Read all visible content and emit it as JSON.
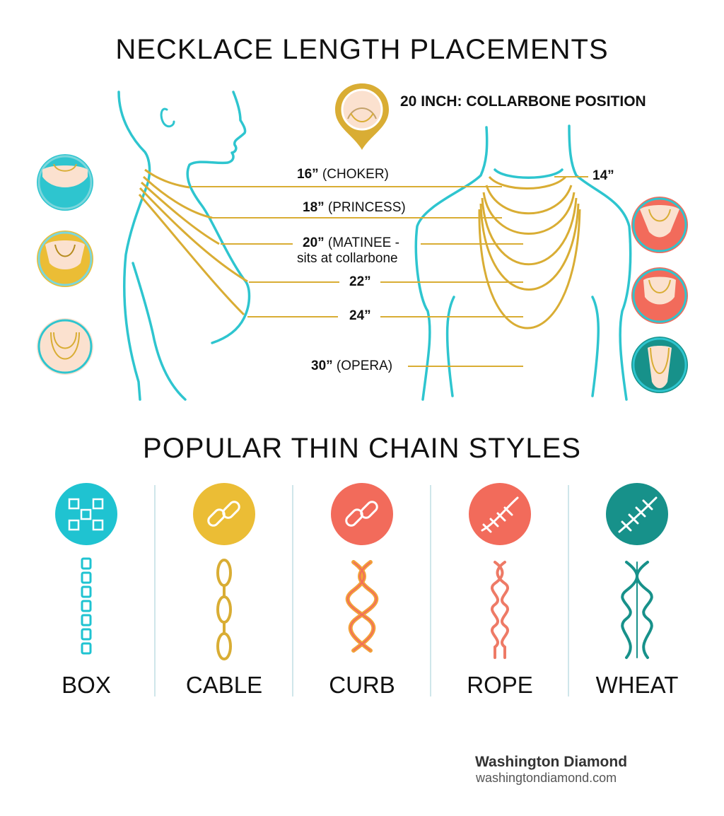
{
  "title": "NECKLACE LENGTH PLACEMENTS",
  "callout": "20 INCH: COLLARBONE POSITION",
  "lengths": [
    {
      "bold": "16”",
      "text": " (CHOKER)"
    },
    {
      "bold": "14”",
      "text": ""
    },
    {
      "bold": "18”",
      "text": " (PRINCESS)"
    },
    {
      "bold": "20”",
      "text": " (MATINEE -",
      "line2": "sits at collarbone"
    },
    {
      "bold": "22”",
      "text": ""
    },
    {
      "bold": "24”",
      "text": ""
    },
    {
      "bold": "30”",
      "text": " (OPERA)"
    }
  ],
  "section2_title": "POPULAR THIN CHAIN STYLES",
  "chain_styles": [
    {
      "name": "BOX",
      "icon": "box-chain-icon",
      "color": "#1fc3d1"
    },
    {
      "name": "CABLE",
      "icon": "cable-chain-icon",
      "color": "#ebbd35"
    },
    {
      "name": "CURB",
      "icon": "curb-chain-icon",
      "color": "#f26b5b"
    },
    {
      "name": "ROPE",
      "icon": "rope-chain-icon",
      "color": "#f26b5b"
    },
    {
      "name": "WHEAT",
      "icon": "wheat-chain-icon",
      "color": "#17918a"
    }
  ],
  "brand": {
    "name": "Washington Diamond",
    "url": "washingtondiamond.com"
  },
  "colors": {
    "teal": "#2ec5cf",
    "gold": "#d9ad34",
    "coral": "#f26b5b",
    "dark_teal": "#17918a",
    "skin": "#fbe1cf"
  }
}
